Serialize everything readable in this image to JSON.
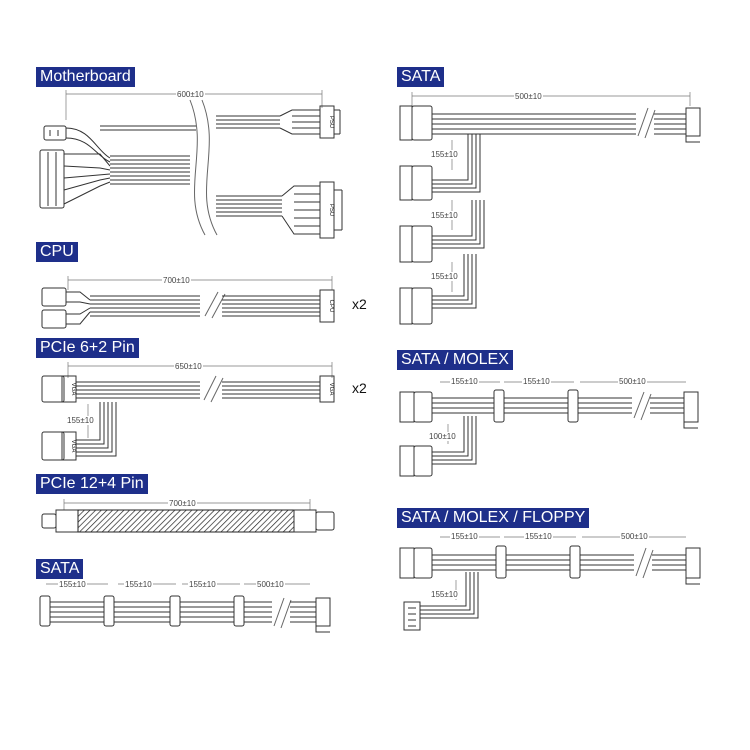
{
  "panels": {
    "motherboard": {
      "title": "Motherboard",
      "dims": {
        "total": "600±10"
      },
      "connector_labels": {
        "psu1": "PSU",
        "psu2": "PSU"
      }
    },
    "cpu": {
      "title": "CPU",
      "dims": {
        "total": "700±10"
      },
      "connector_labels": {
        "cpu": "CPU"
      },
      "multiplier": "x2"
    },
    "pcie62": {
      "title": "PCIe 6+2 Pin",
      "dims": {
        "total": "650±10",
        "branch": "155±10"
      },
      "connector_labels": {
        "vga1": "VGA",
        "vga2": "VGA",
        "vga3": "VGA"
      },
      "multiplier": "x2"
    },
    "pcie124": {
      "title": "PCIe 12+4 Pin",
      "dims": {
        "total": "700±10"
      }
    },
    "sata_left": {
      "title": "SATA",
      "dims": {
        "seg1": "155±10",
        "seg2": "155±10",
        "seg3": "155±10",
        "seg4": "500±10"
      }
    },
    "sata_right": {
      "title": "SATA",
      "dims": {
        "total": "500±10",
        "b1": "155±10",
        "b2": "155±10",
        "b3": "155±10"
      }
    },
    "sata_molex": {
      "title": "SATA / MOLEX",
      "dims": {
        "seg1": "155±10",
        "seg2": "155±10",
        "seg3": "500±10",
        "branch": "100±10"
      }
    },
    "sata_molex_floppy": {
      "title": "SATA / MOLEX / FLOPPY",
      "dims": {
        "seg1": "155±10",
        "seg2": "155±10",
        "seg3": "500±10",
        "branch": "155±10"
      }
    }
  },
  "colors": {
    "header_bg": "#1e2f8a",
    "header_text": "#ffffff",
    "line": "#333333"
  }
}
